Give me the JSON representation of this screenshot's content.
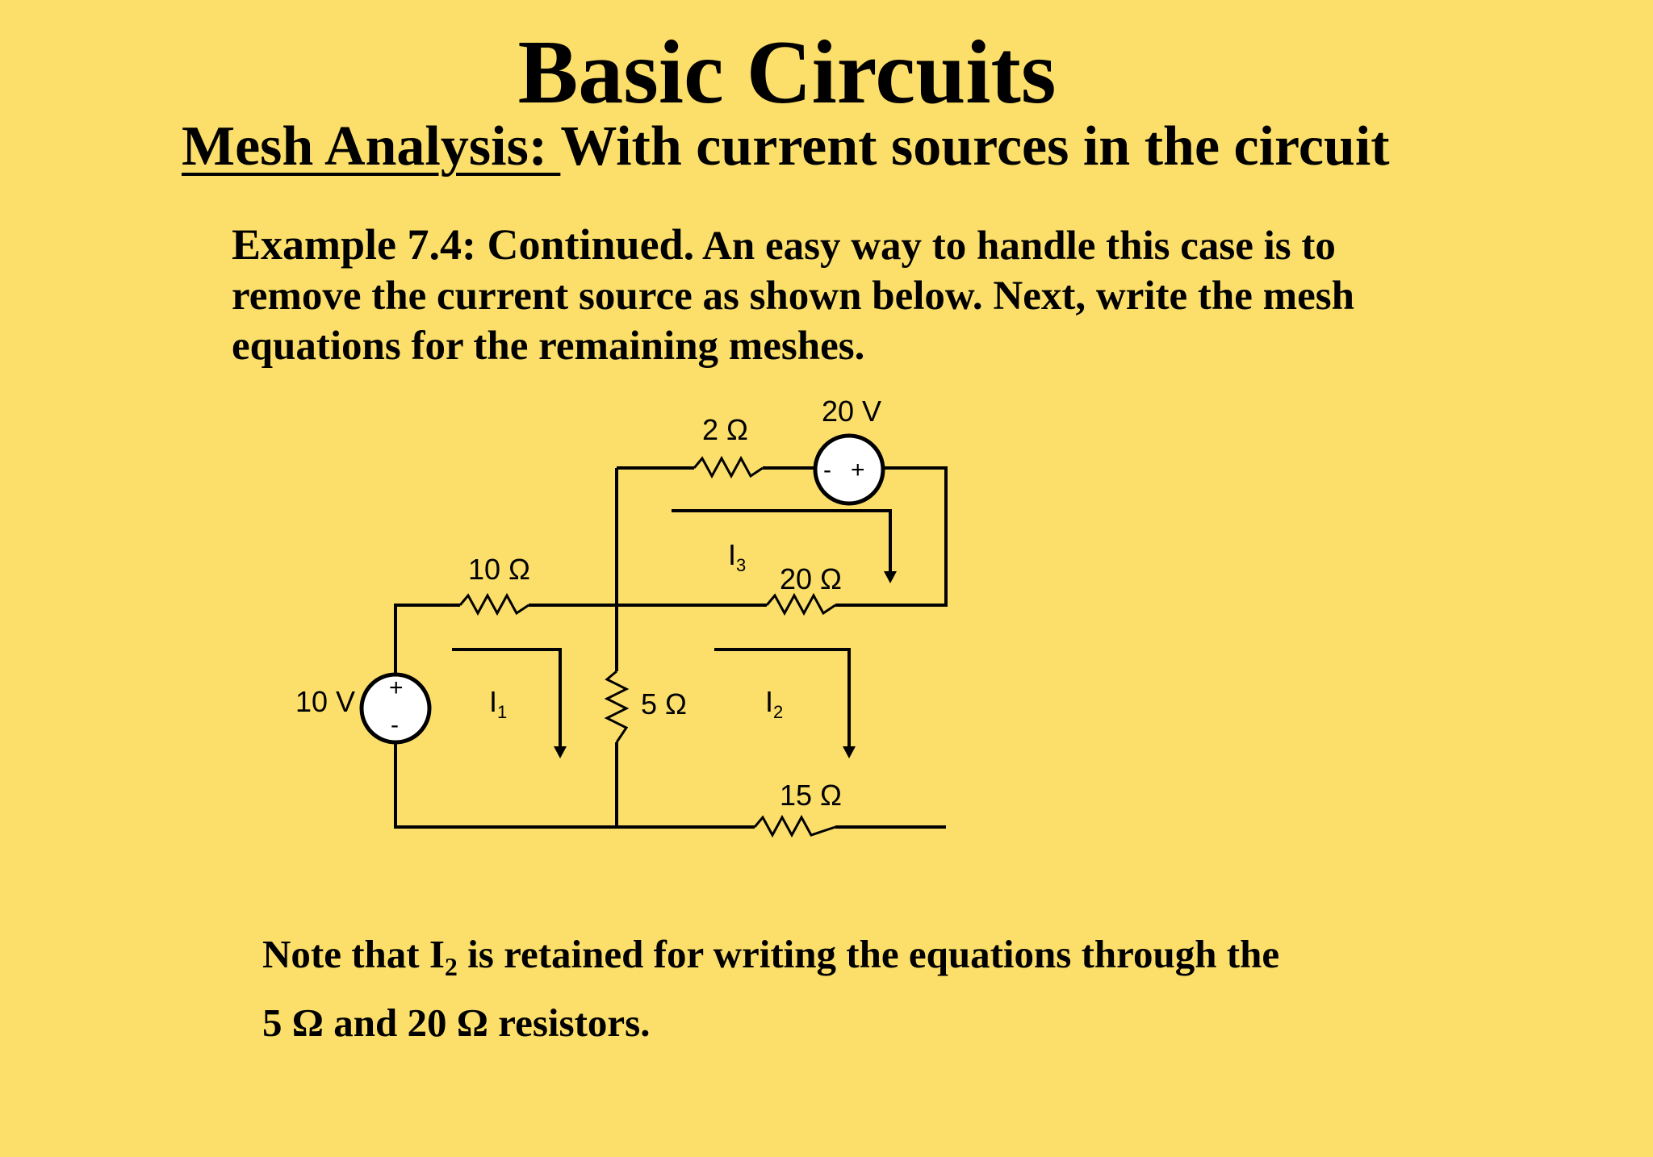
{
  "title": "Basic Circuits",
  "subtitle": {
    "underlined": "Mesh Analysis: ",
    "rest": "With current sources in the circuit"
  },
  "example": {
    "lead": "Example 7.4:  Continued.",
    "body": "An easy way to handle this case is to remove the current source as shown below.  Next, write the mesh equations for the remaining meshes."
  },
  "circuit": {
    "sources": [
      {
        "label": "10 V",
        "plus": "+",
        "minus": "-"
      },
      {
        "label": "20 V",
        "plus": "+",
        "minus": "-"
      }
    ],
    "resistors": {
      "r10": "10 Ω",
      "r2": "2 Ω",
      "r20": "20 Ω",
      "r5": "5 Ω",
      "r15": "15 Ω"
    },
    "currents": {
      "i1": {
        "name": "I",
        "sub": "1"
      },
      "i2": {
        "name": "I",
        "sub": "2"
      },
      "i3": {
        "name": "I",
        "sub": "3"
      }
    }
  },
  "note": {
    "part1": "Note that I",
    "sub": "2",
    "part2": " is retained for writing the equations through the",
    "part3": "5 Ω and 20 Ω resistors."
  }
}
